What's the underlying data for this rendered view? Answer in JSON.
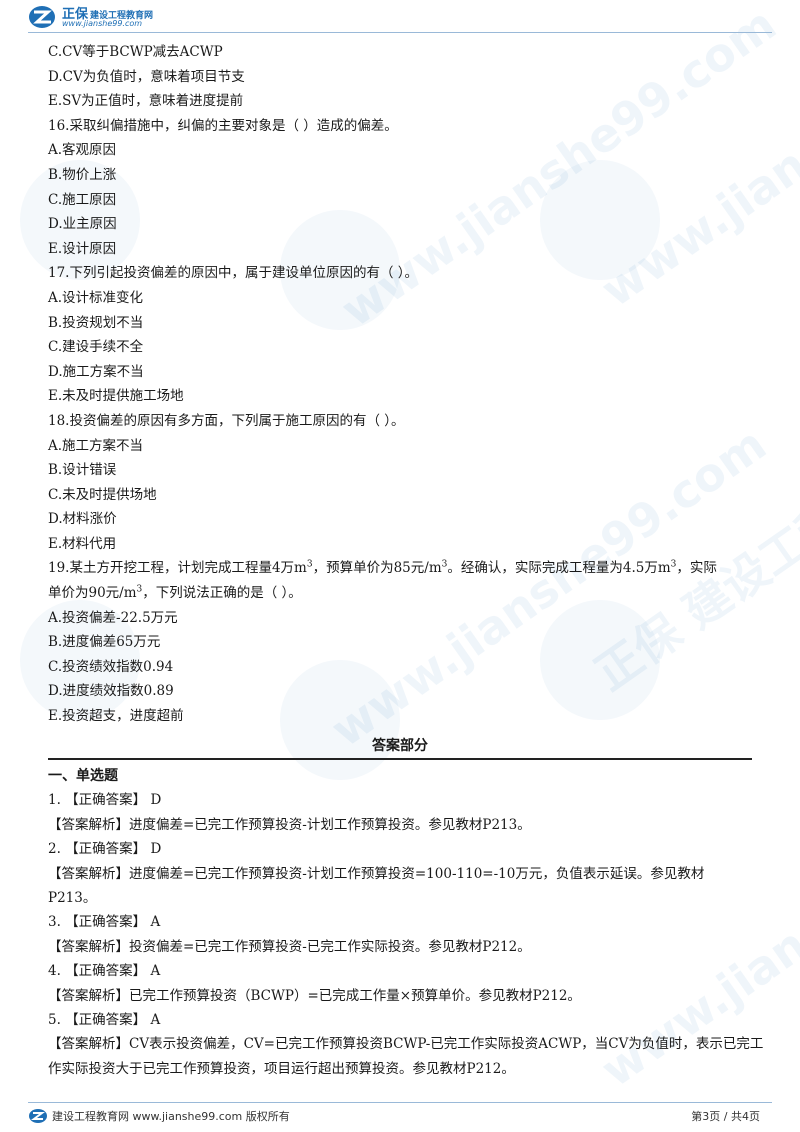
{
  "header": {
    "brand": "正保",
    "brand_sub": "建设工程教育网",
    "url": "www.jianshe99.com"
  },
  "watermark": {
    "text_cn": "正保 建设工程教育网",
    "text_url": "www.jianshe99.com"
  },
  "questions_part": [
    "C.CV等于BCWP减去ACWP",
    "D.CV为负值时，意味着项目节支",
    "E.SV为正值时，意味着进度提前",
    "16.采取纠偏措施中，纠偏的主要对象是（   ）造成的偏差。",
    "A.客观原因",
    "B.物价上涨",
    "C.施工原因",
    "D.业主原因",
    "E.设计原因",
    "17.下列引起投资偏差的原因中，属于建设单位原因的有（   ）。",
    "A.设计标准变化",
    "B.投资规划不当",
    "C.建设手续不全",
    "D.施工方案不当",
    "E.未及时提供施工场地",
    "18.投资偏差的原因有多方面，下列属于施工原因的有（   ）。",
    "A.施工方案不当",
    "B.设计错误",
    "C.未及时提供场地",
    "D.材料涨价",
    "E.材料代用"
  ],
  "q19": {
    "p1": "19.某土方开挖工程，计划完成工程量4万m",
    "sup1": "3",
    "p2": "，预算单价为85元/m",
    "sup2": "3",
    "p3": "。经确认，实际完成工程量为4.5万m",
    "sup3": "3",
    "p4": "，实际",
    "p5": "单价为90元/m",
    "sup4": "3",
    "p6": "，下列说法正确的是（   ）。"
  },
  "q19_options": [
    "A.投资偏差-22.5万元",
    "B.进度偏差65万元",
    "C.投资绩效指数0.94",
    "D.进度绩效指数0.89",
    "E.投资超支，进度超前"
  ],
  "answer_section": {
    "title": "答案部分",
    "subtitle": "一、单选题"
  },
  "answers": [
    "1.  【正确答案】 D",
    "【答案解析】进度偏差=已完工作预算投资-计划工作预算投资。参见教材P213。",
    "2.  【正确答案】 D",
    "【答案解析】进度偏差=已完工作预算投资-计划工作预算投资=100-110=-10万元，负值表示延误。参见教材",
    "P213。",
    "3.  【正确答案】 A",
    "【答案解析】投资偏差=已完工作预算投资-已完工作实际投资。参见教材P212。",
    "4.  【正确答案】 A",
    "【答案解析】已完工作预算投资（BCWP）=已完成工作量×预算单价。参见教材P212。",
    "5.  【正确答案】 A",
    "【答案解析】CV表示投资偏差，CV=已完工作预算投资BCWP-已完工作实际投资ACWP，当CV为负值时，表示已完工",
    "作实际投资大于已完工作预算投资，项目运行超出预算投资。参见教材P212。"
  ],
  "footer": {
    "text": "建设工程教育网 www.jianshe99.com 版权所有",
    "page": "第3页  / 共4页"
  },
  "colors": {
    "brand": "#1f6fb5",
    "text": "#1a1a1a"
  }
}
